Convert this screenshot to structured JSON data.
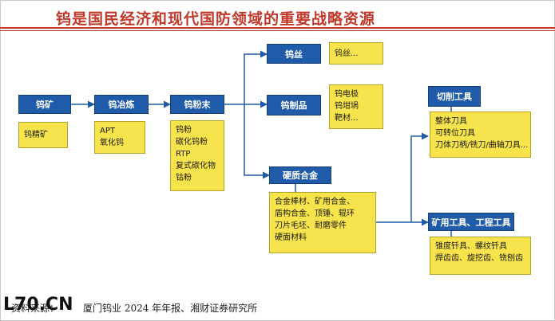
{
  "title": "钨是国民经济和现代国防领域的重要战略资源",
  "nodes": {
    "w_ore": "钨矿",
    "w_smelt": "钨冶炼",
    "w_powder": "钨粉末",
    "w_wire": "钨丝",
    "w_products": "钨制品",
    "hard_alloy": "硬质合金",
    "cutting_tools": "切削工具",
    "mining_tools": "矿用工具、工程工具"
  },
  "details": {
    "w_ore": [
      "钨精矿"
    ],
    "w_smelt": [
      "APT",
      "氧化钨"
    ],
    "w_powder": [
      "钨粉",
      "碳化钨粉",
      "RTP",
      "复式碳化物",
      "钴粉"
    ],
    "w_wire": [
      "钨丝..."
    ],
    "w_products": [
      "钨电极",
      "钨坩埚",
      "靶材..."
    ],
    "hard_alloy": [
      "合金棒材、矿用合金、",
      "盾构合金、顶锤、辊环",
      "刀片毛坯、耐磨零件",
      "硬面材料"
    ],
    "cutting_tools": [
      "整体刀具",
      "可转位刀具",
      "刀体刀柄/铣刀/曲轴刀具..."
    ],
    "mining_tools": [
      "锥度钎具、螺纹钎具",
      "焊齿齿、旋挖齿、铣刨齿"
    ]
  },
  "source": {
    "prefix": "资料来源：",
    "text": "厦门钨业 2024 年年报、湘财证券研究所"
  },
  "watermark": "L70.CN",
  "colors": {
    "title": "#c0392b",
    "node": "#1f5ba8",
    "detail": "#f7e34b",
    "connector": "#1f5ba8"
  }
}
